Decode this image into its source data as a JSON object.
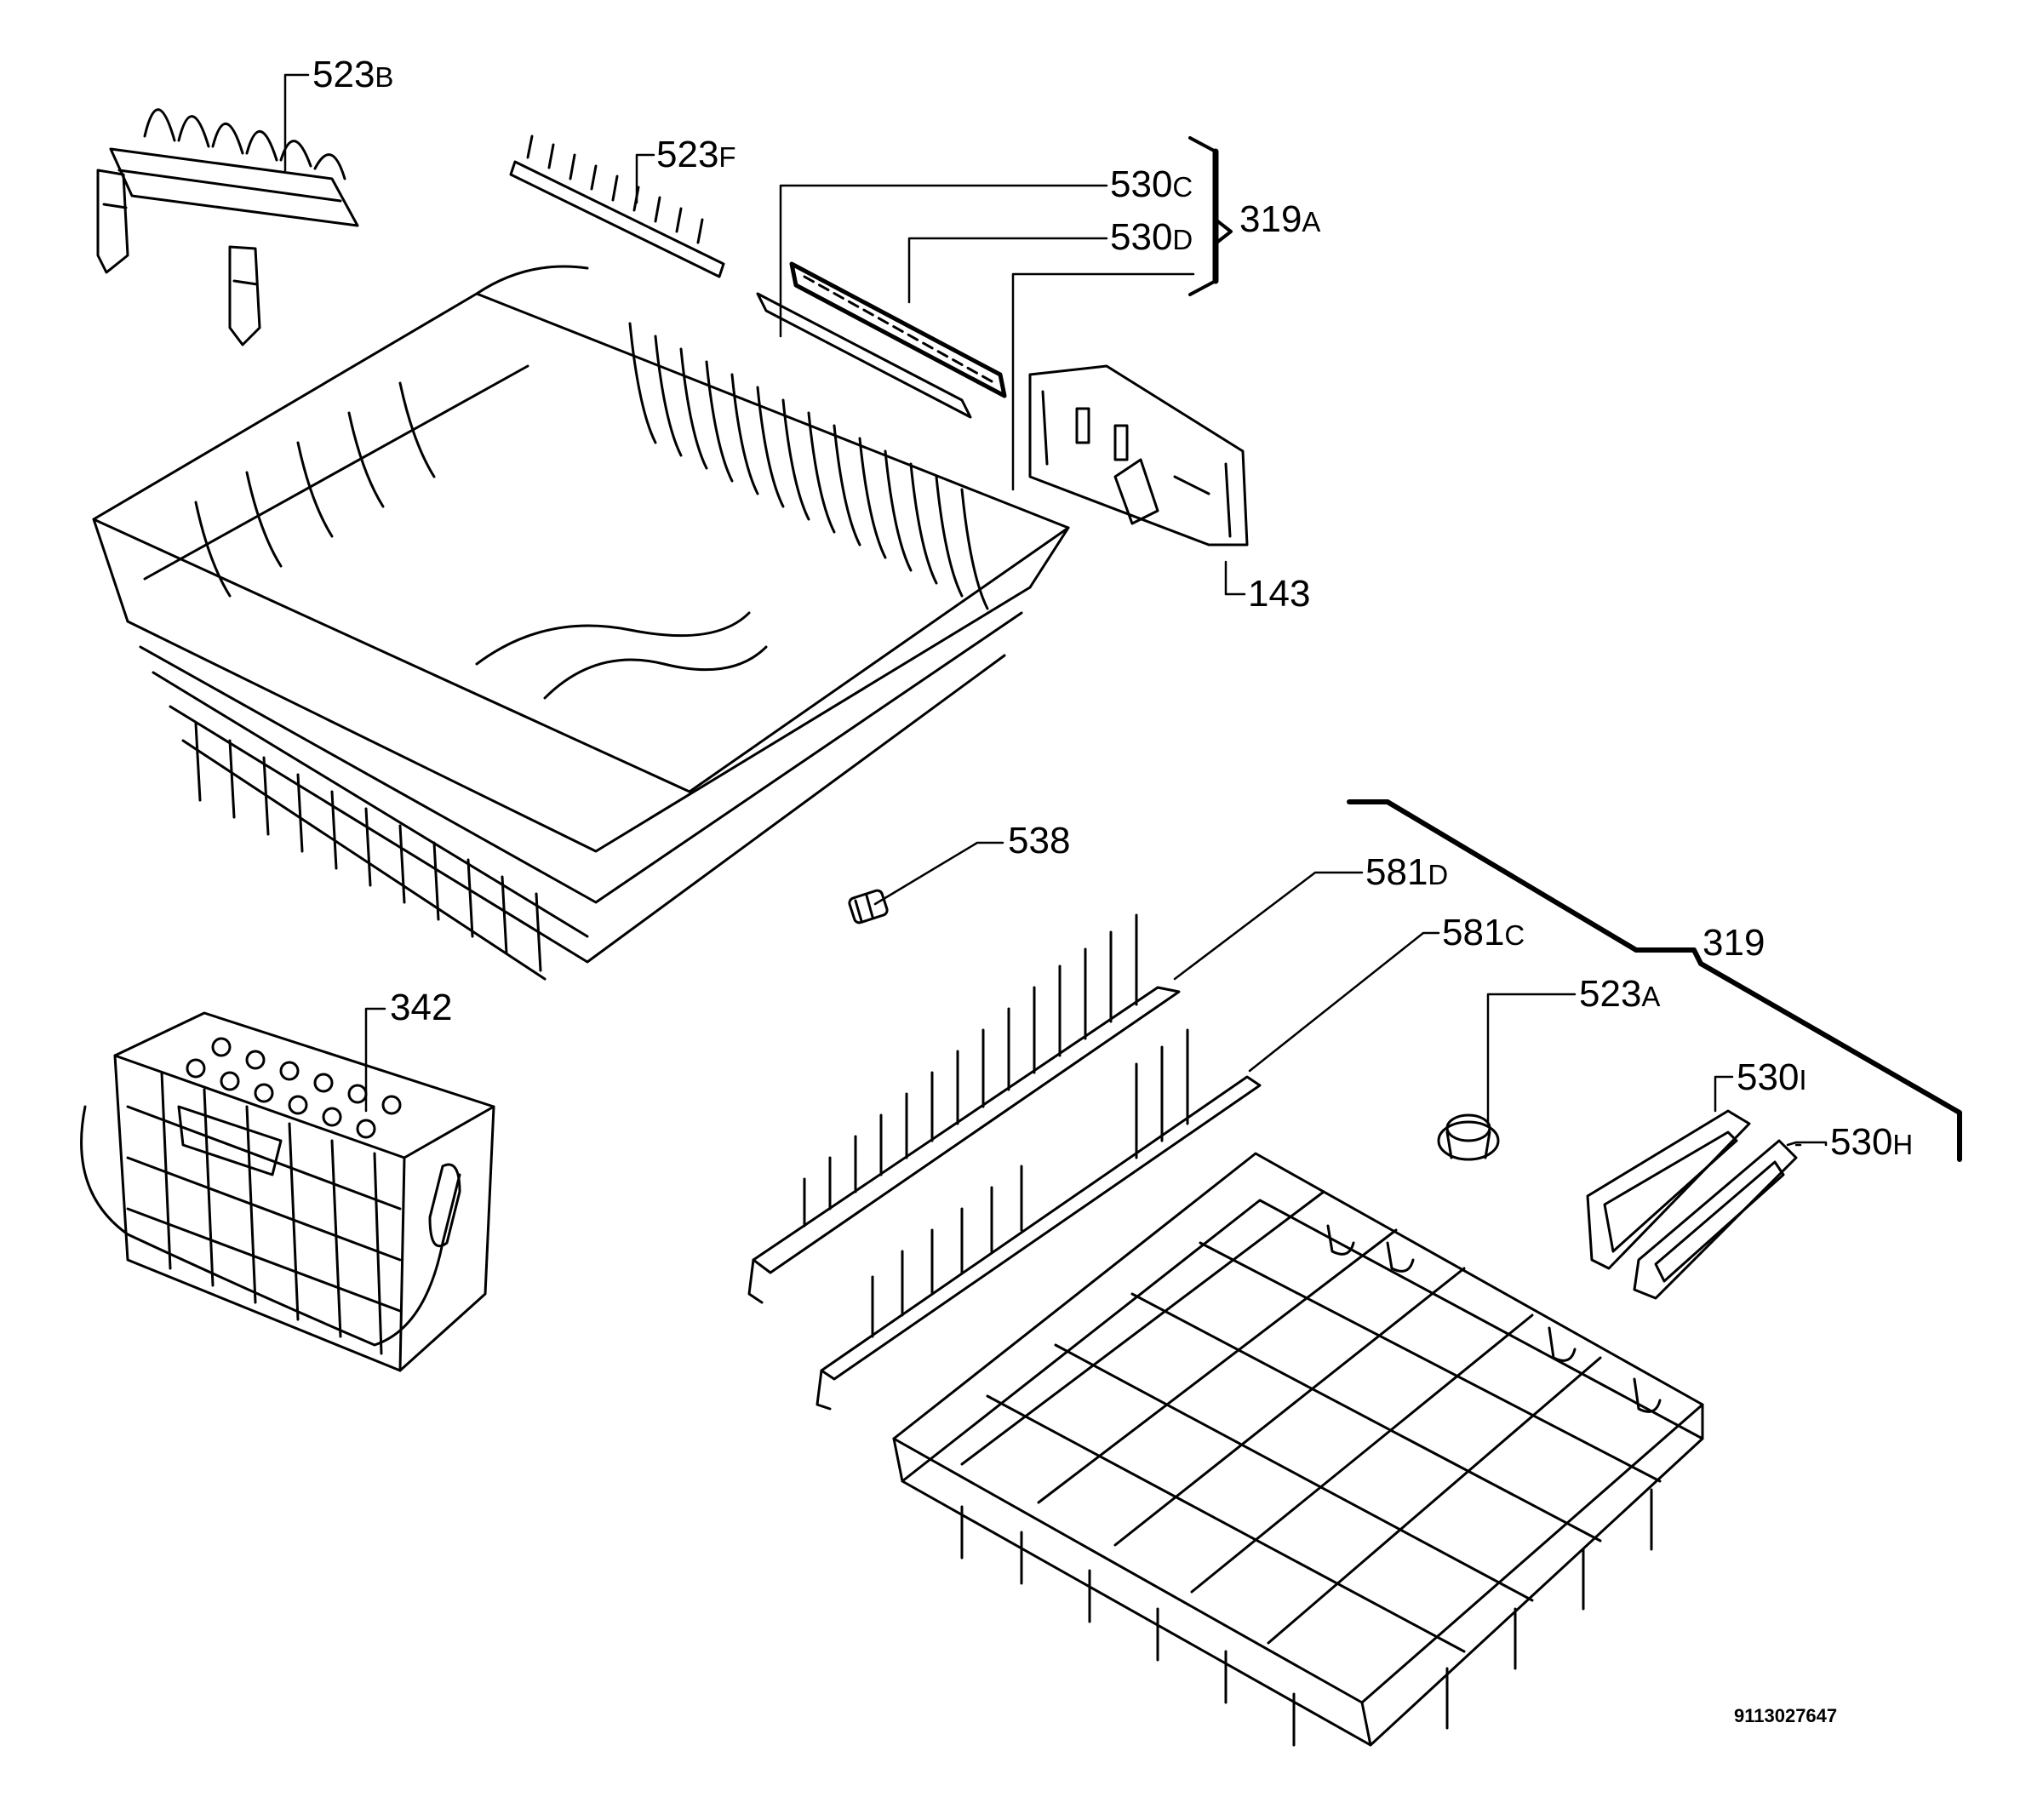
{
  "parts": {
    "p523B": {
      "num": "523",
      "suffix": "B"
    },
    "p523F": {
      "num": "523",
      "suffix": "F"
    },
    "p530C": {
      "num": "530",
      "suffix": "C"
    },
    "p530D": {
      "num": "530",
      "suffix": "D"
    },
    "p319A": {
      "num": "319",
      "suffix": "A"
    },
    "p143": {
      "num": "143",
      "suffix": ""
    },
    "p538": {
      "num": "538",
      "suffix": ""
    },
    "p581D": {
      "num": "581",
      "suffix": "D"
    },
    "p581C": {
      "num": "581",
      "suffix": "C"
    },
    "p319": {
      "num": "319",
      "suffix": ""
    },
    "p342": {
      "num": "342",
      "suffix": ""
    },
    "p523A": {
      "num": "523",
      "suffix": "A"
    },
    "p530I": {
      "num": "530",
      "suffix": "I"
    },
    "p530H": {
      "num": "530",
      "suffix": "H"
    }
  },
  "document_number": "9113027647",
  "colors": {
    "line": "#000000",
    "background": "#ffffff"
  }
}
